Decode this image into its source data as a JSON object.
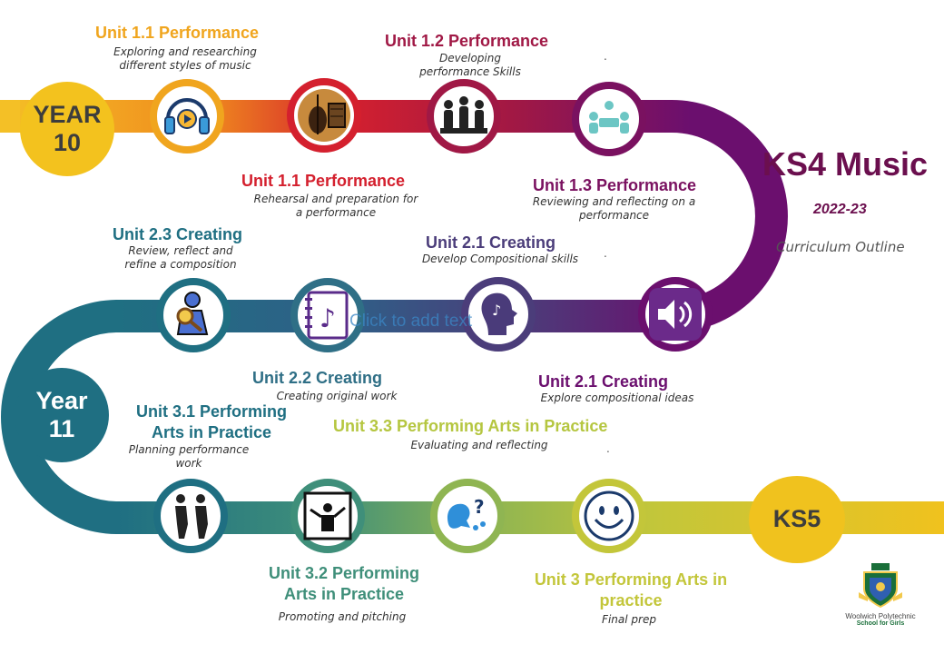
{
  "header": {
    "title": "KS4 Music",
    "year": "2022-23",
    "subtitle": "Curriculum Outline"
  },
  "badges": {
    "year10": [
      "YEAR",
      "10"
    ],
    "year11": [
      "Year",
      "11"
    ],
    "ks5": "KS5"
  },
  "units": [
    {
      "title": "Unit 1.1 Performance",
      "desc": "Exploring and researching different styles of music",
      "icon": "headphones-play-icon"
    },
    {
      "title": "Unit 1.1 Performance",
      "desc": "Rehearsal and preparation for a performance",
      "icon": "orchestra-instruments-icon"
    },
    {
      "title": "Unit 1.2 Performance",
      "desc": "Developing performance Skills",
      "icon": "band-silhouette-icon"
    },
    {
      "title": "Unit 1.3 Performance",
      "desc": "Reviewing and reflecting on a performance",
      "icon": "meeting-group-icon"
    },
    {
      "title": "Unit 2.1 Creating",
      "desc": "Explore compositional ideas",
      "icon": "speaker-volume-icon"
    },
    {
      "title": "Unit 2.1 Creating",
      "desc": "Develop Compositional skills",
      "icon": "head-music-icon"
    },
    {
      "title": "Unit 2.2 Creating",
      "desc": "Creating original work",
      "icon": "music-notebook-icon"
    },
    {
      "title": "Unit 2.3 Creating",
      "desc": "Review, reflect and refine a composition",
      "icon": "magnifier-person-icon"
    },
    {
      "title": "Unit 3.1 Performing Arts in Practice",
      "desc": "Planning performance work",
      "icon": "performers-icon"
    },
    {
      "title": "Unit 3.2 Performing Arts in Practice",
      "desc": "Promoting and pitching",
      "icon": "conductor-icon"
    },
    {
      "title": "Unit 3.3 Performing Arts in Practice",
      "desc": "Evaluating and reflecting",
      "icon": "speaking-question-icon"
    },
    {
      "title": "Unit 3 Performing Arts in practice",
      "desc": "Final prep",
      "icon": "smiley-face-icon"
    }
  ],
  "placeholder": "Click to add text",
  "logo": {
    "name": "Woolwich Polytechnic",
    "tagline": "School for Girls"
  },
  "colors": {
    "yellow": "#f0b51e",
    "orange": "#f08a1e",
    "red": "#c8102e",
    "maroon": "#8a1846",
    "purple": "#6b0f6e",
    "teal": "#1f6f82",
    "lime": "#b5c640"
  }
}
